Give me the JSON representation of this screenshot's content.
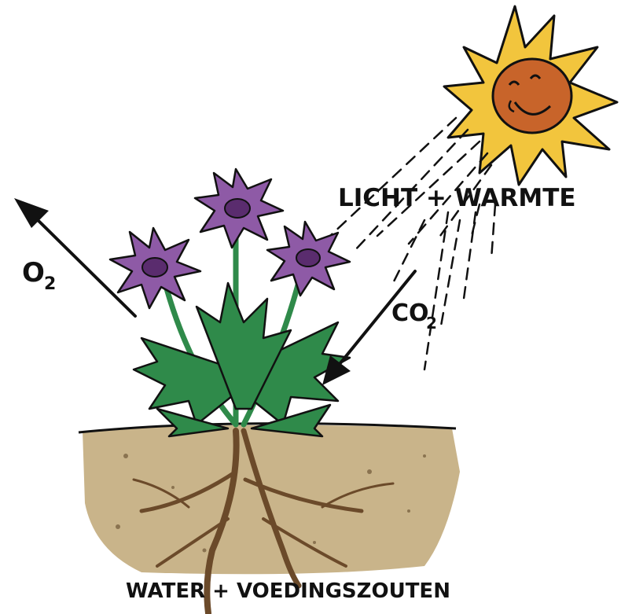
{
  "labels": {
    "light_heat": "LICHT + WARMTE",
    "oxygen_main": "O",
    "oxygen_sub": "2",
    "co2_main": "CO",
    "co2_sub": "2",
    "water_nutrients": "WATER + VOEDINGSZOUTEN"
  },
  "colors": {
    "sun_rays": "#f2c53d",
    "sun_face": "#c8642a",
    "petals": "#8e5aa6",
    "flower_center": "#5a2c6e",
    "leaves": "#2f8a4a",
    "soil": "#c9b48a",
    "roots": "#6b4a2a",
    "ink": "#111111"
  }
}
